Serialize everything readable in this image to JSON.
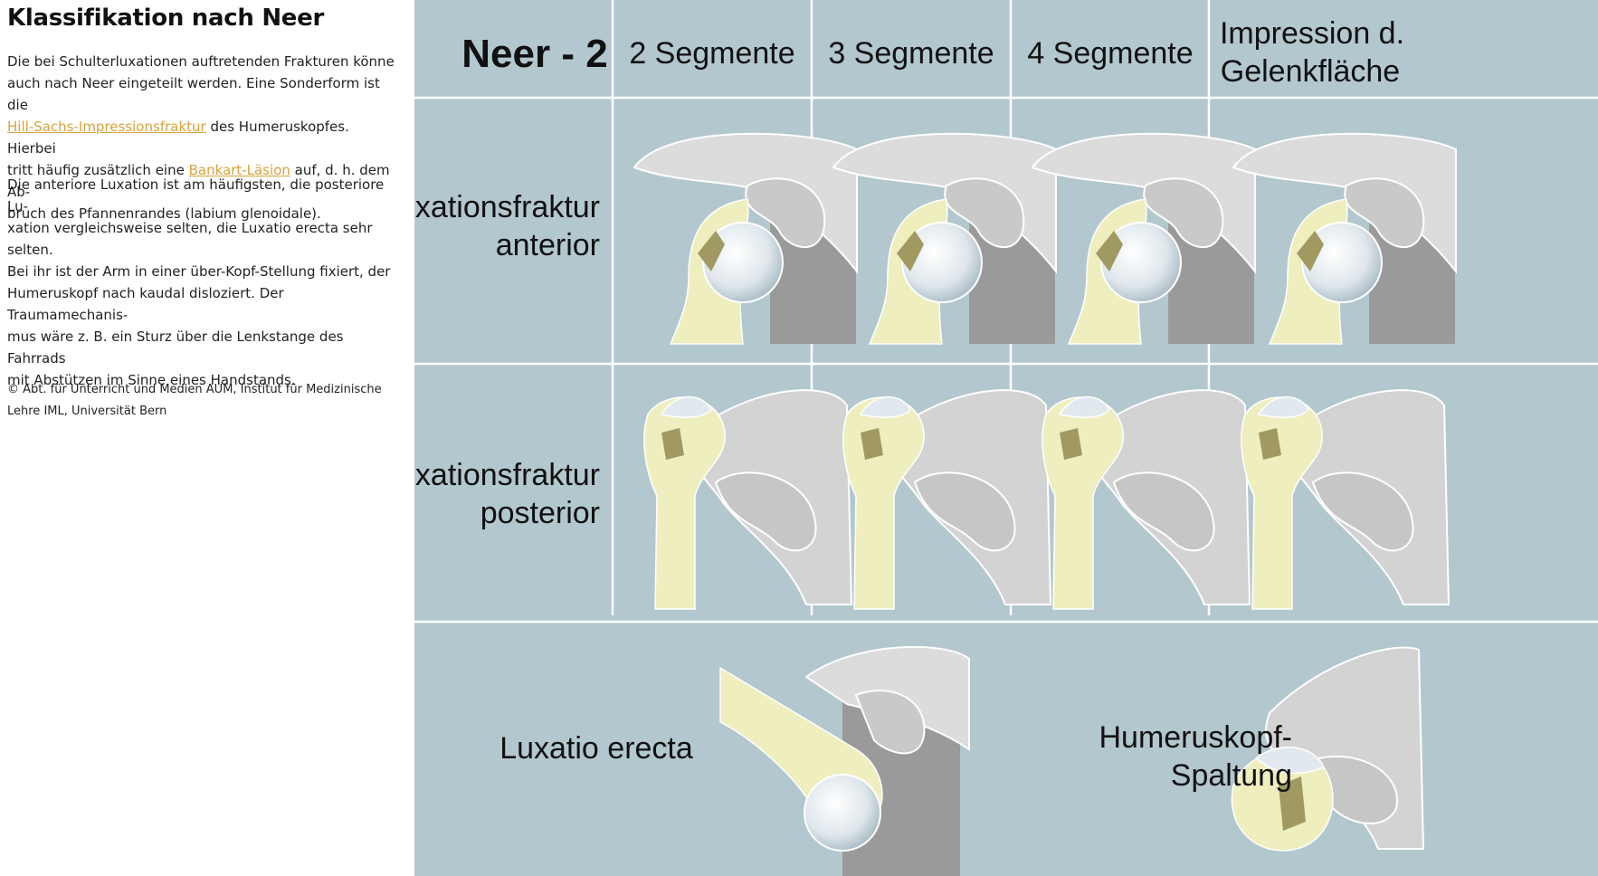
{
  "article": {
    "title": "Klassifikation nach Neer",
    "p1": {
      "line1": "Die bei Schulterluxationen auftretenden Frakturen könne",
      "line2": "auch nach Neer eingeteilt werden. Eine Sonderform ist die",
      "link1": "Hill-Sachs-Impressionsfraktur",
      "line3_after": " des Humeruskopfes. Hierbei",
      "line4_before": "tritt häufig zusätzlich eine ",
      "link2": "Bankart-Läsion",
      "line4_after": " auf, d. h. dem Ab-",
      "line5": "bruch des Pfannenrandes (labium glenoidale)."
    },
    "p2": {
      "line1": "Die anteriore Luxation ist am häufigsten, die posteriore Lu-",
      "line2": "xation vergleichsweise selten, die Luxatio erecta sehr selten.",
      "line3": "Bei ihr ist der Arm in einer über-Kopf-Stellung fixiert, der",
      "line4": "Humeruskopf nach kaudal disloziert. Der Traumamechanis-",
      "line5": "mus wäre z. B. ein Sturz über die Lenkstange des Fahrrads",
      "line6": "mit Abstützen im Sinne eines Handstands."
    },
    "credit": {
      "line1": "© Abt. für Unterricht und Medien AUM, Institut für Medizinische",
      "line2": "Lehre IML, Universität Bern"
    }
  },
  "figure": {
    "corner_title": "Neer - 2",
    "columns": [
      "2 Segmente",
      "3 Segmente",
      "4 Segmente"
    ],
    "column4": {
      "line1": "Impression d.",
      "line2": "Gelenkfläche"
    },
    "rows": [
      {
        "line1": "Luxationsfraktur",
        "line2": "anterior"
      },
      {
        "line1": "Luxationsfraktur",
        "line2": "posterior"
      }
    ],
    "bottom": {
      "erecta": "Luxatio erecta",
      "split_line1": "Humeruskopf-",
      "split_line2": "Spaltung"
    },
    "colors": {
      "background": "#b3c7ce",
      "bone": "#d3d3d3",
      "humerus": "#eeeebf",
      "fracture": "#a09a62",
      "head": "#e1e9ee",
      "grid": "#ffffff"
    }
  }
}
